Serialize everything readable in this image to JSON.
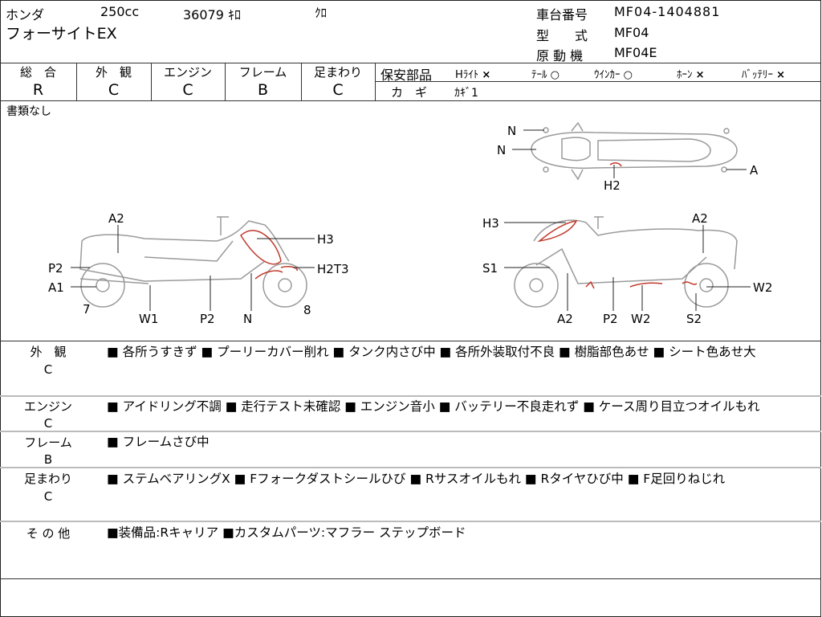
{
  "header": {
    "maker": "ホンダ",
    "displacement": "250cc",
    "mileage": "36079 ｷﾛ",
    "color": "ｸﾛ",
    "model_name": "フォーサイトEX",
    "frame_no_label": "車台番号",
    "frame_no": "MF04-1404881",
    "type_label": "型　　式",
    "type": "MF04",
    "engine_label": "原 動 機",
    "engine": "MF04E"
  },
  "grades": [
    {
      "label": "総　合",
      "value": "R"
    },
    {
      "label": "外　観",
      "value": "C"
    },
    {
      "label": "エンジン",
      "value": "C"
    },
    {
      "label": "フレーム",
      "value": "B"
    },
    {
      "label": "足まわり",
      "value": "C"
    }
  ],
  "safety": {
    "label": "保安部品",
    "items": [
      {
        "name": "Hﾗｲﾄ",
        "status": "×"
      },
      {
        "name": "ﾃｰﾙ",
        "status": "○"
      },
      {
        "name": "ｳｲﾝｶｰ",
        "status": "○"
      },
      {
        "name": "ﾎｰﾝ",
        "status": "×"
      },
      {
        "name": "ﾊﾞｯﾃﾘｰ",
        "status": "×"
      }
    ],
    "key_label": "カ　ギ",
    "key_value": "ｶｷﾞ1"
  },
  "documents": "書類なし",
  "diagram": {
    "top": [
      "N",
      "N",
      "A",
      "H2"
    ],
    "left": [
      "A2",
      "H3",
      "P2",
      "H2T3",
      "A1",
      "7",
      "8",
      "W1",
      "P2",
      "N"
    ],
    "right": [
      "H3",
      "A2",
      "S1",
      "W2",
      "A2",
      "P2",
      "W2",
      "S2"
    ]
  },
  "sections": [
    {
      "title": "外　観",
      "grade": "C",
      "text": "■ 各所うすきず ■ プーリーカバー削れ ■ タンク内さび中 ■ 各所外装取付不良 ■ 樹脂部色あせ ■ シート色あせ大"
    },
    {
      "title": "エンジン",
      "grade": "C",
      "text": "■ アイドリング不調 ■ 走行テスト未確認 ■ エンジン音小 ■ バッテリー不良走れず ■ ケース周り目立つオイルもれ"
    },
    {
      "title": "フレーム",
      "grade": "B",
      "text": "■ フレームさび中"
    },
    {
      "title": "足まわり",
      "grade": "C",
      "text": "■ ステムベアリングX ■ Fフォークダストシールひび ■ Rサスオイルもれ ■ Rタイヤひび中 ■ F足回りねじれ"
    },
    {
      "title": "そ の 他",
      "grade": "",
      "text": "■装備品:Rキャリア ■カスタムパーツ:マフラー ステップボード"
    }
  ],
  "colors": {
    "line": "#333333",
    "damage": "#c0392b",
    "bike": "#9a9a9a"
  }
}
